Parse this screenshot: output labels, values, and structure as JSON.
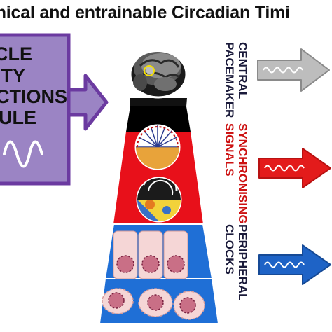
{
  "title": "chical and entrainable Circadian Timi",
  "left_box": {
    "lines": [
      "CLE",
      "ITY",
      "CTIONS",
      "ULE"
    ]
  },
  "labels": {
    "central": [
      "CENTRAL",
      "PACEMAKER"
    ],
    "sync": [
      "SYNCHRONISING",
      "SIGNALS"
    ],
    "peripheral": [
      "PERIPHERAL",
      "CLOCKS"
    ]
  },
  "colors": {
    "left_box": "#9b84c4",
    "left_border": "#6b3aa0",
    "pyramid_top": "#111111",
    "pyramid_red": "#e8101a",
    "pyramid_blue": "#1f6fd6",
    "arrow_gray": "#bdbdbd",
    "arrow_red": "#e31b1b",
    "arrow_blue": "#1e63c6",
    "label_sync": "#cc1111",
    "label_other": "#1a1a3a"
  },
  "icons": [
    "brain-mri-icon",
    "wave-icon",
    "cell-icon"
  ]
}
